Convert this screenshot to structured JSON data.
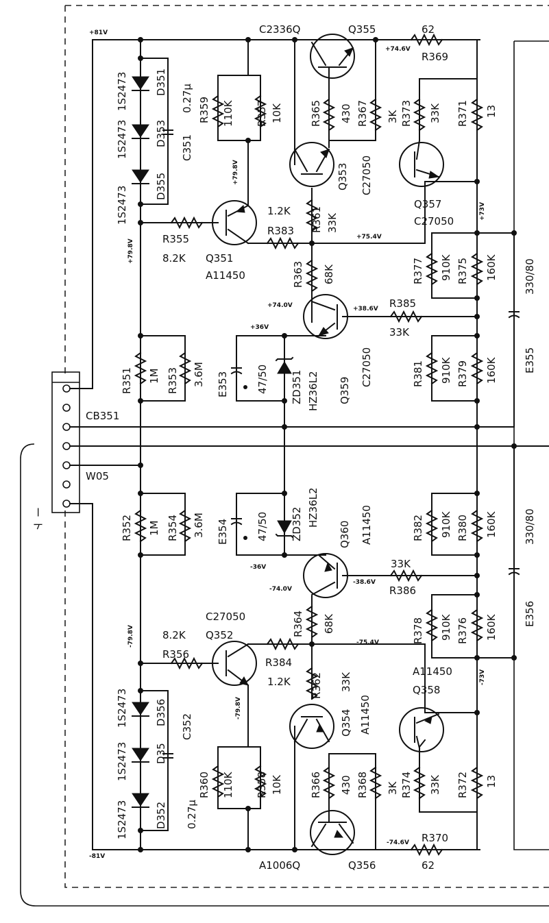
{
  "rails": {
    "pos_top": "+81V",
    "neg_bottom": "-81V"
  },
  "voltages": {
    "v_q351_coll": "+79.8V",
    "v_rail_left_top": "+79.8V",
    "v_q355_out": "+74.6V",
    "v_r361_node": "+75.4V",
    "v_q357_emit": "+73V",
    "v_q359_base": "+74.0V",
    "v_q359_emit": "+38.6V",
    "v_e353": "+36V",
    "v_e354": "-36V",
    "v_q360_base": "-74.0V",
    "v_q360_emit": "-38.6V",
    "v_rail_left_bot": "-79.8V",
    "v_q352_coll": "-79.8V",
    "v_r362_node": "-75.4V",
    "v_q358_emit": "-73V",
    "v_q356_out": "-74.6V"
  },
  "components": {
    "C2336Q": "C2336Q",
    "Q355": "Q355",
    "R369": "R369",
    "R369v": "62",
    "D351": "D351",
    "D353": "D353",
    "D355": "D355",
    "d1": "1S2473",
    "d2": "1S2473",
    "d3": "1S2473",
    "C351": "C351",
    "C351v": "0.27μ",
    "R359": "R359",
    "R359v": "110K",
    "R357": "R357",
    "R357v": "10K",
    "R365": "R365",
    "R365v": "430",
    "R367": "R367",
    "R367v": "3K",
    "R373": "R373",
    "R373v": "33K",
    "R371": "R371",
    "R371v": "13",
    "Q353": "Q353",
    "Q353t": "C27050",
    "Q357": "Q357",
    "Q357t": "C27050",
    "R361": "R361",
    "R361v": "33K",
    "R383": "R383",
    "R383v": "1.2K",
    "R355": "R355",
    "R355v": "8.2K",
    "Q351": "Q351",
    "Q351t": "A11450",
    "R363": "R363",
    "R363v": "68K",
    "R377": "R377",
    "R377v": "910K",
    "R375": "R375",
    "R375v": "160K",
    "E355": "E355",
    "E355v": "330/80",
    "R385": "R385",
    "R385v": "33K",
    "R351": "R351",
    "R351v": "1M",
    "R353": "R353",
    "R353v": "3.6M",
    "E353": "E353",
    "E353v": "47/50",
    "ZD351": "ZD351",
    "ZD351t": "HZ36L2",
    "Q359": "Q359",
    "Q359t": "C27050",
    "R381": "R381",
    "R381v": "910K",
    "R379": "R379",
    "R379v": "160K",
    "CB351": "CB351",
    "W05": "W05",
    "R352": "R352",
    "R352v": "1M",
    "R354": "R354",
    "R354v": "3.6M",
    "E354": "E354",
    "E354v": "47/50",
    "ZD352": "ZD352",
    "ZD352t": "HZ36L2",
    "Q360": "Q360",
    "Q360t": "A11450",
    "R382": "R382",
    "R382v": "910K",
    "R380": "R380",
    "R380v": "160K",
    "R386": "R386",
    "R386v": "33K",
    "E356": "E356",
    "E356v": "330/80",
    "R378": "R378",
    "R378v": "910K",
    "R376": "R376",
    "R376v": "160K",
    "R364": "R364",
    "R364v": "68K",
    "Q352": "Q352",
    "Q352t": "C27050",
    "R356": "R356",
    "R356v": "8.2K",
    "R384": "R384",
    "R384v": "1.2K",
    "R362": "R362",
    "R362v": "33K",
    "Q354": "Q354",
    "Q354t": "A11450",
    "Q358": "Q358",
    "Q358t": "A11450",
    "D356": "D356",
    "D354": "D35",
    "D352": "D352",
    "d4": "1S2473",
    "d5": "1S2473",
    "d6": "1S2473",
    "C352": "C352",
    "C352v": "0.27μ",
    "R360": "R360",
    "R360v": "110K",
    "R358": "R358",
    "R358v": "10K",
    "R366": "R366",
    "R366v": "430",
    "R368": "R368",
    "R368v": "3K",
    "R374": "R374",
    "R374v": "33K",
    "R372": "R372",
    "R372v": "13",
    "R370": "R370",
    "R370v": "62",
    "A1006Q": "A1006Q",
    "Q356": "Q356"
  },
  "side_text": "ー ト"
}
